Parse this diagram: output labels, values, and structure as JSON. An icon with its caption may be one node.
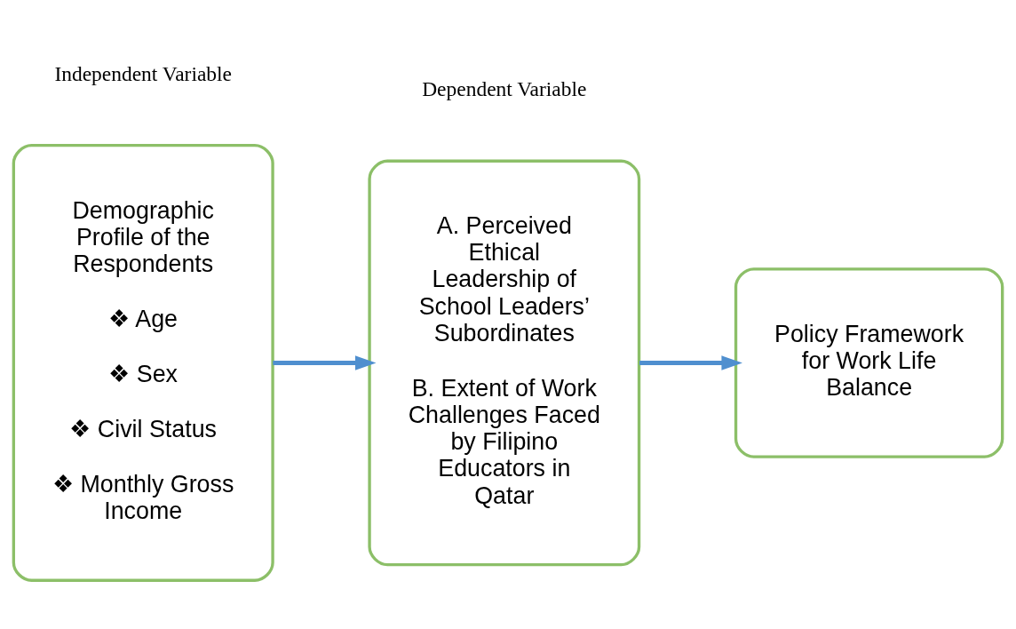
{
  "diagram": {
    "nodes": [
      {
        "text": [
          "Demographic Profile of the Respondents",
          "❖ Age",
          "❖ Sex",
          "❖ Civil Status",
          "❖ Monthly Gross Income"
        ]
      },
      {
        "text": [
          "A. Perceived Ethical Leadership of School Leaders’ Subordinates",
          "B. Extent of Work Challenges Faced by Filipino Educators in Qatar"
        ]
      },
      {
        "text": [
          "Policy Framework for Work Life Balance"
        ]
      }
    ],
    "edges": [
      {
        "from": 0,
        "to": 1,
        "arrow": "to"
      },
      {
        "from": 1,
        "to": 2,
        "arrow": "to"
      }
    ],
    "labels": [
      "Independent Variable",
      "Dependent Variable"
    ]
  }
}
